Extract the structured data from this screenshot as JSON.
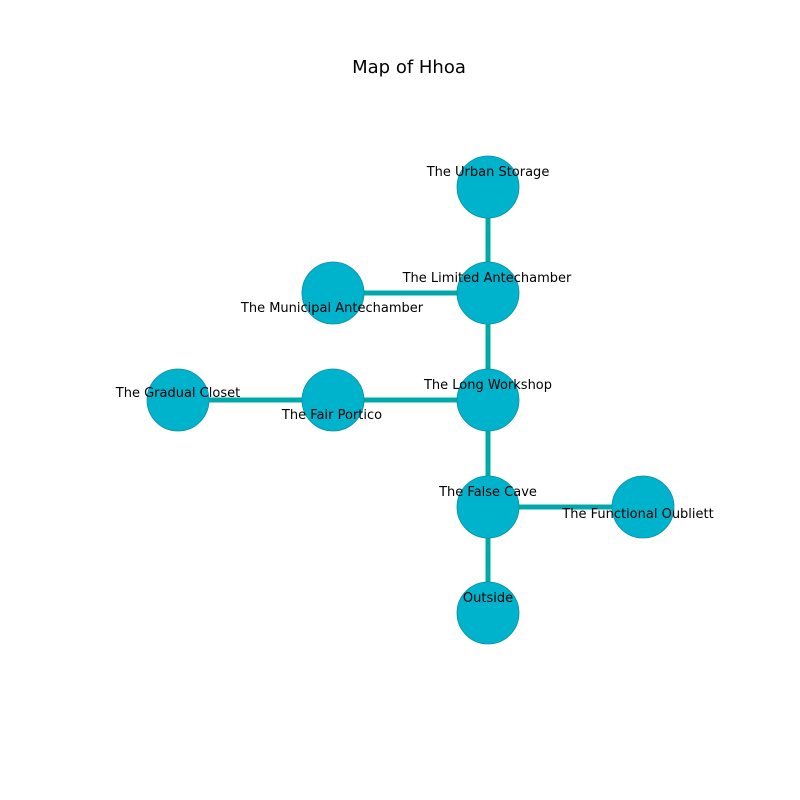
{
  "title": "Map of Hhoa",
  "colors": {
    "node_fill": "#00b3cc",
    "node_stroke": "#0a8fa3",
    "edge": "#00a8a8",
    "text": "#000000",
    "background": "#ffffff"
  },
  "rooms": [
    {
      "id": "urban-storage",
      "label": "The Urban Storage"
    },
    {
      "id": "limited-antechamber",
      "label": "The Limited Antechamber"
    },
    {
      "id": "municipal-antechamber",
      "label": "The Municipal Antechamber"
    },
    {
      "id": "gradual-closet",
      "label": "The Gradual Closet"
    },
    {
      "id": "fair-portico",
      "label": "The Fair Portico"
    },
    {
      "id": "long-workshop",
      "label": "The Long Workshop"
    },
    {
      "id": "false-cave",
      "label": "The False Cave"
    },
    {
      "id": "functional-oubliett",
      "label": "The Functional Oubliett"
    },
    {
      "id": "outside",
      "label": "Outside"
    }
  ],
  "connections": [
    [
      "urban-storage",
      "limited-antechamber"
    ],
    [
      "limited-antechamber",
      "municipal-antechamber"
    ],
    [
      "limited-antechamber",
      "long-workshop"
    ],
    [
      "long-workshop",
      "fair-portico"
    ],
    [
      "fair-portico",
      "gradual-closet"
    ],
    [
      "long-workshop",
      "false-cave"
    ],
    [
      "false-cave",
      "functional-oubliett"
    ],
    [
      "false-cave",
      "outside"
    ]
  ]
}
